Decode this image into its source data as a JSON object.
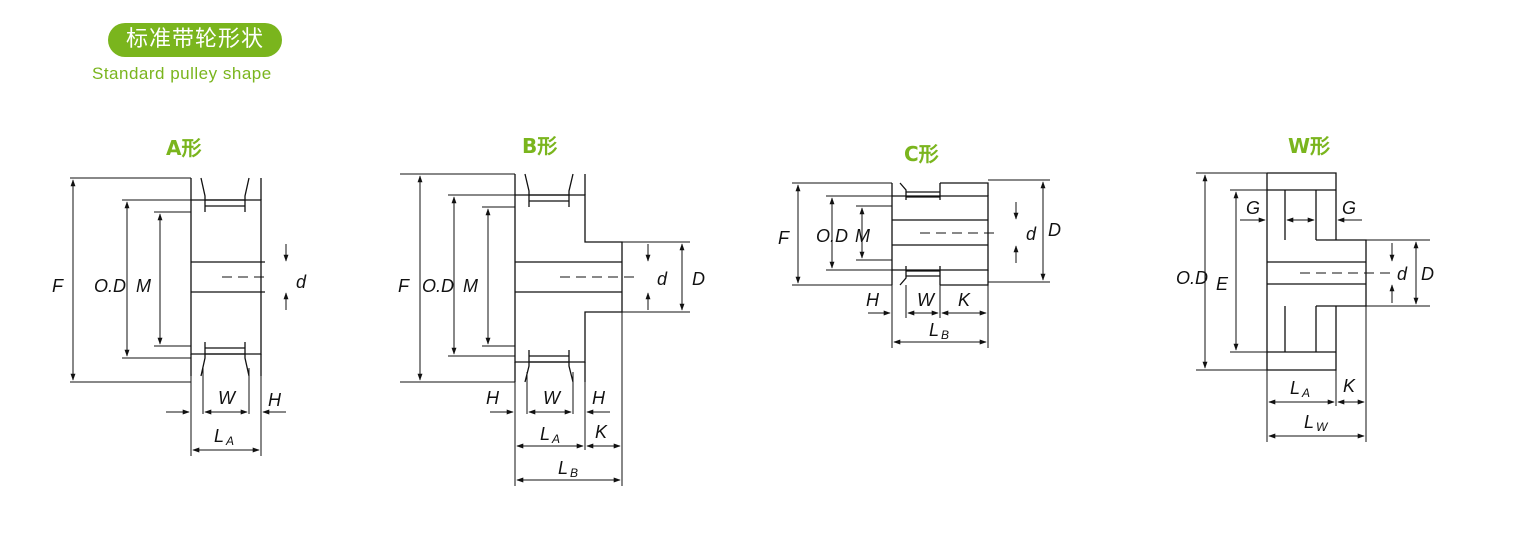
{
  "header": {
    "title_cn": "标准带轮形状",
    "title_en": "Standard pulley shape"
  },
  "colors": {
    "accent": "#7ab51d",
    "line": "#111111"
  },
  "pulleys": {
    "a": {
      "title": "A形",
      "labels": {
        "F": "F",
        "OD": "O.D",
        "M": "M",
        "d": "d",
        "W": "W",
        "H": "H",
        "L": "L",
        "Lsub": "A"
      }
    },
    "b": {
      "title": "B形",
      "labels": {
        "F": "F",
        "OD": "O.D",
        "M": "M",
        "d": "d",
        "D": "D",
        "H1": "H",
        "W": "W",
        "H2": "H",
        "LA": "L",
        "LAsub": "A",
        "K": "K",
        "LB": "L",
        "LBsub": "B"
      }
    },
    "c": {
      "title": "C形",
      "labels": {
        "F": "F",
        "OD": "O.D",
        "M": "M",
        "d": "d",
        "D": "D",
        "H": "H",
        "W": "W",
        "K": "K",
        "LB": "L",
        "LBsub": "B"
      }
    },
    "w": {
      "title": "W形",
      "labels": {
        "G1": "G",
        "G2": "G",
        "OD": "O.D",
        "E": "E",
        "d": "d",
        "D": "D",
        "LA": "L",
        "LAsub": "A",
        "K": "K",
        "LW": "L",
        "LWsub": "W"
      }
    }
  }
}
